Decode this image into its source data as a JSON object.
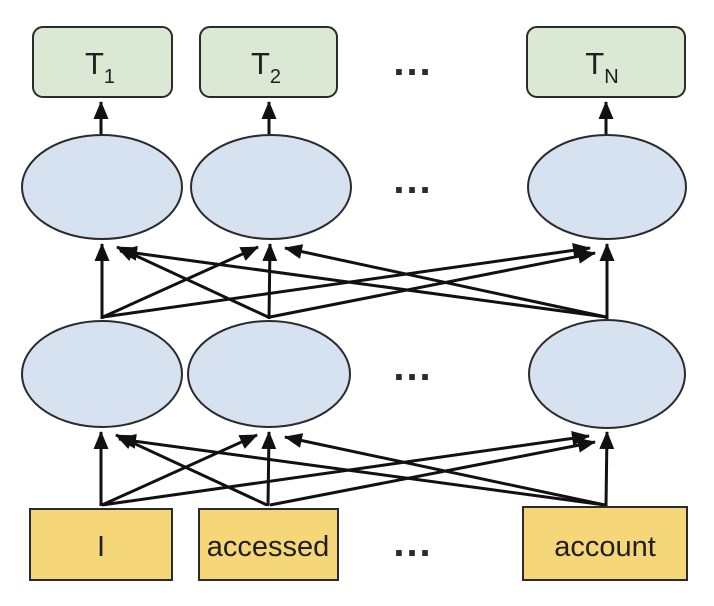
{
  "net": {
    "output_nodes": [
      {
        "main": "T",
        "sub": "1"
      },
      {
        "main": "T",
        "sub": "2"
      },
      {
        "main": "T",
        "sub": "N"
      }
    ],
    "input_nodes": [
      "I",
      "accessed",
      "account"
    ],
    "ellipsis": "...",
    "colors": {
      "output_fill": "#dbe8d3",
      "hidden_fill": "#d6e2f0",
      "input_fill": "#f5d679",
      "edge": "#111111"
    }
  }
}
